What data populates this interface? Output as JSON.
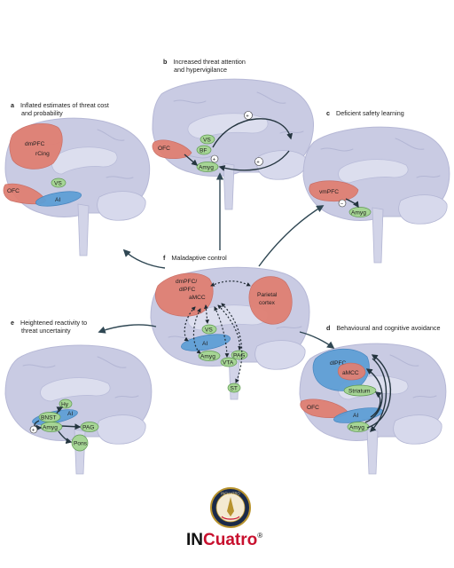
{
  "panels": {
    "a": {
      "letter": "a",
      "title_lines": [
        "Inflated estimates of threat cost",
        "and probability"
      ],
      "regions": {
        "dmpfc": "dmPFC",
        "rcing": "rCing",
        "ofc": "OFC",
        "vs": "VS",
        "ai": "AI"
      }
    },
    "b": {
      "letter": "b",
      "title_lines": [
        "Increased threat attention",
        "and hypervigilance"
      ],
      "regions": {
        "ofc": "OFC",
        "vs": "VS",
        "bf": "BF",
        "amyg": "Amyg"
      }
    },
    "c": {
      "letter": "c",
      "title_lines": [
        "Deficient safety learning"
      ],
      "regions": {
        "vmpfc": "vmPFC",
        "amyg": "Amyg"
      }
    },
    "d": {
      "letter": "d",
      "title_lines": [
        "Behavioural and cognitive avoidance"
      ],
      "regions": {
        "dlpfc": "dlPFC",
        "amcc": "aMCC",
        "striatum": "Striatum",
        "ofc": "OFC",
        "ai": "AI",
        "amyg": "Amyg"
      }
    },
    "e": {
      "letter": "e",
      "title_lines": [
        "Heightened reactivity to",
        "threat uncertainty"
      ],
      "regions": {
        "hy": "Hy",
        "ai": "AI",
        "bnst": "BNST",
        "amyg": "Amyg",
        "pag": "PAG",
        "pons": "Pons"
      }
    },
    "f": {
      "letter": "f",
      "title_lines": [
        "Maladaptive control"
      ],
      "regions": {
        "dmpfc": "dmPFC/",
        "dlpfc": "dlPFC",
        "amcc": "aMCC",
        "parietal1": "Parietal",
        "parietal2": "cortex",
        "vs": "VS",
        "ai": "AI",
        "amyg": "Amyg",
        "vta": "VTA",
        "pag": "PAG",
        "st": "ST"
      }
    }
  },
  "plus_symbol": "+",
  "minus_symbol": "−",
  "logo": {
    "part1": "IN",
    "part2": "Cuatro",
    "reg": "®",
    "seal_text": "INCUATRO"
  },
  "colors": {
    "region_red": "#e08073",
    "region_blue": "#5f9fd6",
    "region_green": "#a6d595",
    "brain": "#c9cbe3",
    "logo_red": "#c8102e"
  }
}
